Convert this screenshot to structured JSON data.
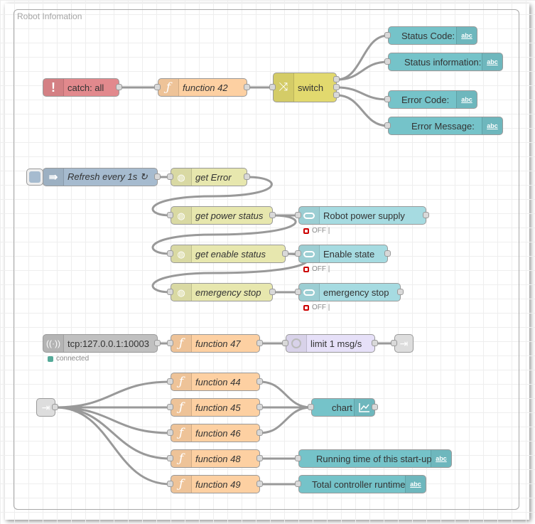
{
  "group": {
    "label": "Robot Infomation"
  },
  "nodes": {
    "catch_all": "catch: all",
    "function_42": "function 42",
    "switch": "switch",
    "status_code": "Status Code:",
    "status_information": "Status information:",
    "error_code": "Error Code:",
    "error_message": "Error Message:",
    "refresh_every_1s": "Refresh every 1s ↻",
    "get_error": "get Error",
    "get_power_status": "get power status",
    "robot_power_supply": "Robot power supply",
    "get_enable_status": "get enable status",
    "enable_state": "Enable state",
    "emergency_stop_fn": "emergency stop",
    "emergency_stop_ui": "emergency stop",
    "tcp_in": "tcp:127.0.0.1:10003",
    "function_47": "function 47",
    "limit": "limit 1 msg/s",
    "function_44": "function 44",
    "function_45": "function 45",
    "function_46": "function 46",
    "chart": "chart",
    "function_48": "function 48",
    "running_time": "Running time of this start-up",
    "function_49": "function 49",
    "total_runtime": "Total controller runtime"
  },
  "statuses": {
    "power_off": "OFF |",
    "enable_off": "OFF |",
    "estop_off": "OFF |",
    "tcp_connected": "connected"
  },
  "icons": {
    "catch": "alert-icon",
    "function": "function-icon",
    "switch": "switch-icon",
    "text": "text-abc-icon",
    "inject": "inject-icon",
    "http": "globe-icon",
    "switch_ui": "toggle-icon",
    "tcp": "tcp-icon",
    "delay": "timer-icon",
    "link": "link-icon",
    "chart": "chart-icon"
  },
  "colors": {
    "catch": "#e2898d",
    "function": "#fdd0a2",
    "switch": "#e2d96e",
    "ui": "#a6dbe1",
    "inject": "#a6bbcf",
    "http": "#e7e7ae",
    "tcp": "#c0c0c0",
    "delay": "#e6e0f8",
    "link": "#dddddd"
  }
}
